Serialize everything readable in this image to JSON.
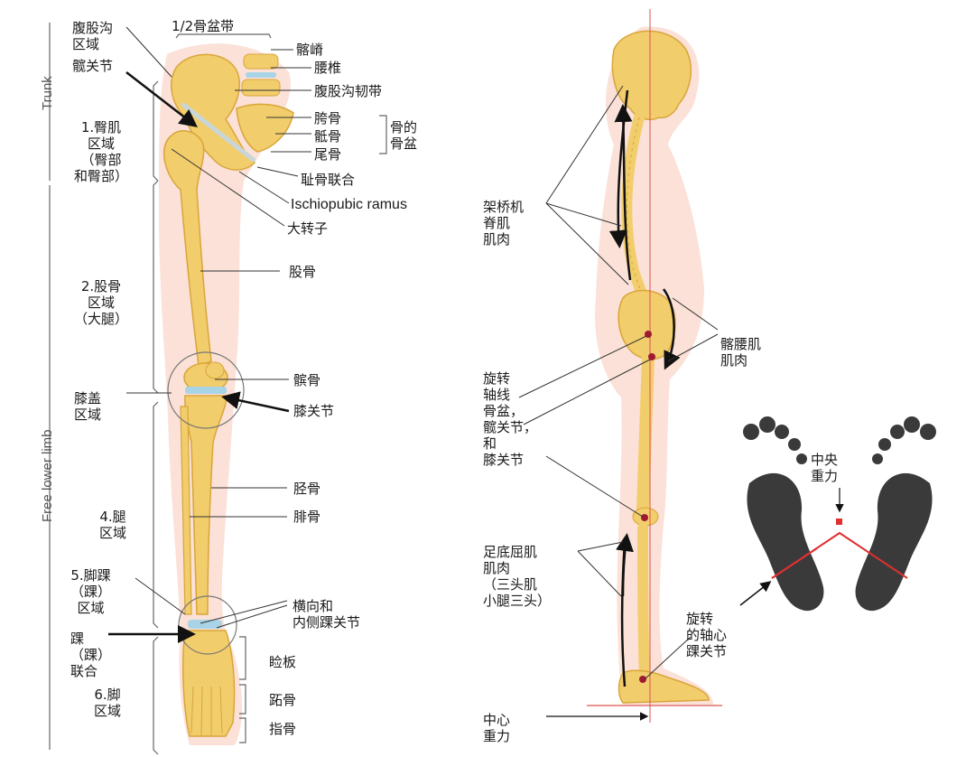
{
  "left_figure": {
    "side_labels": {
      "trunk": "Trunk",
      "free_lower_limb": "Free lower limb"
    },
    "regions": {
      "inguinal": "腹股沟\n区域",
      "hip_joint": "髋关节",
      "gluteal": "1.臀肌\n区域\n（臀部\n和臀部）",
      "femoral": "2.股骨\n区域\n（大腿）",
      "knee": "膝盖\n区域",
      "leg": "4.腿\n区域",
      "ankle": "5.脚踝\n（踝）\n区域",
      "ankle_joint": "踝\n（踝）\n联合",
      "foot": "6.脚\n区域"
    },
    "structures": {
      "half_pelvic_girdle": "1/2骨盆带",
      "iliac_crest": "髂嵴",
      "lumbar": "腰椎",
      "inguinal_ligament": "腹股沟韧带",
      "hip_bone": "胯骨",
      "sacrum": "骶骨",
      "coccyx": "尾骨",
      "bony_pelvis": "骨的\n骨盆",
      "pubic_symphysis": "耻骨联合",
      "ischiopubic_ramus": "Ischiopubic ramus",
      "greater_trochanter": "大转子",
      "femur": "股骨",
      "patella": "髌骨",
      "knee_joint": "膝关节",
      "tibia": "胫骨",
      "fibula": "腓骨",
      "ankle_joints": "横向和\n内侧踝关节",
      "tarsals": "睑板",
      "metatarsals": "跖骨",
      "phalanges": "指骨"
    }
  },
  "right_figure": {
    "labels": {
      "erector": "架桥机\n脊肌\n肌肉",
      "iliopsoas": "髂腰肌\n肌肉",
      "rotation_axis": "旋转\n轴线\n骨盆，\n髋关节，\n和\n膝关节",
      "plantarflexor": "足底屈肌\n肌肉\n（三头肌\n小腿三头）",
      "ankle_axis": "旋转\n的轴心\n踝关节",
      "center_gravity": "中心\n重力",
      "central_gravity": "中央\n重力"
    }
  },
  "colors": {
    "bone": "#f2cd6c",
    "bone_shade": "#d9a53a",
    "skin": "#fad9cd",
    "cartilage": "#a9d3e6",
    "gravity_line": "#d9534f",
    "muscle_arrow": "#111111",
    "joint_point": "#9e1b32",
    "footprint": "#3a3a3a"
  }
}
